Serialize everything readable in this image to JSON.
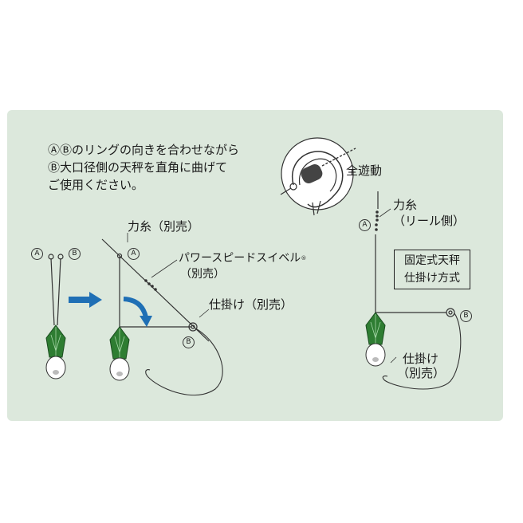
{
  "instructions": {
    "line1": "ⒶⒷのリングの向きを合わせながら",
    "line2": "Ⓑ大口径側の天秤を直角に曲げて",
    "line3": "ご使用ください。"
  },
  "markers": {
    "a": "A",
    "b": "B"
  },
  "labels": {
    "full_swivel": "全遊動",
    "chikara_ito_sep": "力糸（別売）",
    "swivel_name": "パワースピードスイベル",
    "swivel_registered": "®",
    "swivel_sep": "（別売）",
    "shikake_sep": "仕掛け（別売）",
    "chikara_ito": "力糸",
    "reel_side": "（リール側）",
    "method_line1": "固定式天秤",
    "method_line2": "仕掛け方式",
    "shikake": "仕掛け",
    "sold_separately": "（別売）"
  },
  "colors": {
    "panel": "#dce8dc",
    "arrow_blue": "#1f6fb5",
    "sinker_green": "#2e7d32",
    "sinker_dark": "#1b4d20",
    "line": "#333333"
  }
}
